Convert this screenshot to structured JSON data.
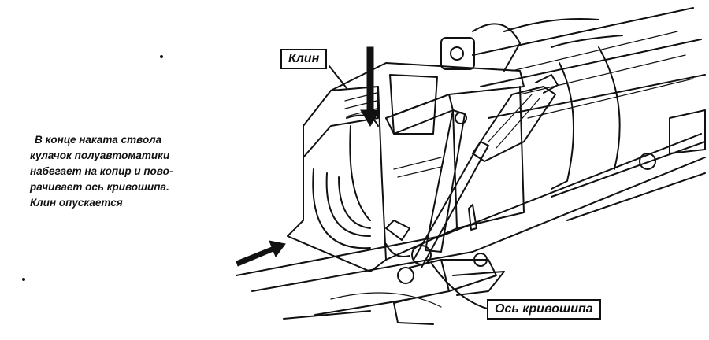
{
  "caption_lines": [
    "В конце наката ствола",
    "кулачок полуавтоматики",
    "набегает на копир и пово-",
    "рачивает ось кривошипа.",
    "Клин опускается"
  ],
  "labels": {
    "wedge": "Клин",
    "crank_axis": "Ось кривошипа"
  }
}
